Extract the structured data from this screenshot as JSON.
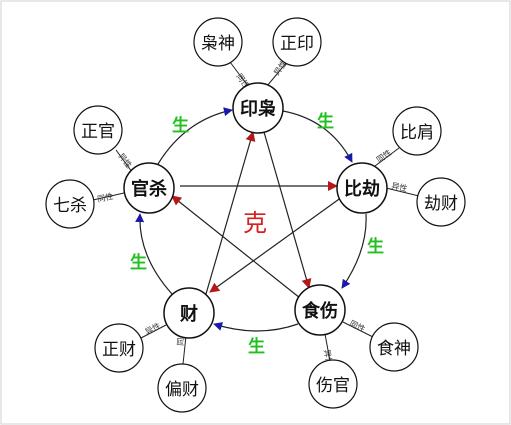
{
  "colors": {
    "background": "#ffffff",
    "frame": "#d0d0d0",
    "node_stroke": "#111111",
    "node_fill": "#ffffff",
    "line": "#222222",
    "sheng_text": "#21c021",
    "ke_text": "#d62020",
    "arrow_sheng": "#1a1aa8",
    "arrow_ke": "#b41818"
  },
  "main_nodes": {
    "yinxiao": "印枭",
    "bijie": "比劫",
    "shishang": "食伤",
    "cai": "财",
    "guansha": "官杀"
  },
  "sub_nodes": {
    "xiaoshen": "枭神",
    "zhengyin": "正印",
    "bijian": "比肩",
    "jiecai": "劫财",
    "shishen": "食神",
    "shangguan": "伤官",
    "piancai": "偏财",
    "zhengcai": "正财",
    "qisha": "七杀",
    "zhengguan": "正官"
  },
  "link_labels": {
    "same": "同性",
    "diff": "异性"
  },
  "relation_labels": {
    "sheng": "生",
    "ke": "克"
  }
}
